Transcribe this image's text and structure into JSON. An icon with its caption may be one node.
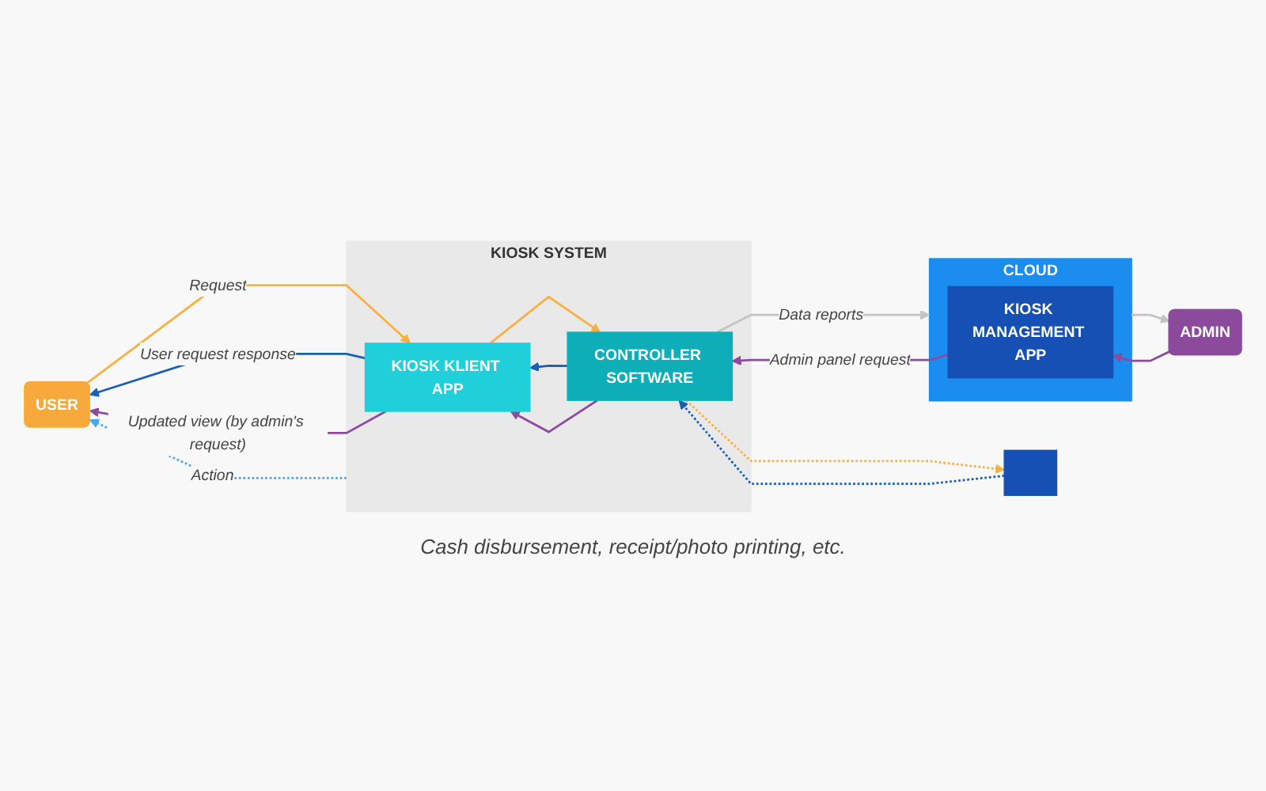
{
  "diagram": {
    "nodes": [
      {
        "text": [
          "USER"
        ]
      },
      {
        "text": [
          "KIOSK SYSTEM"
        ]
      },
      {
        "text": [
          "KIOSK KLIENT APP"
        ],
        "in": 1
      },
      {
        "text": [
          "CONTROLLER SOFTWARE"
        ],
        "in": 1
      },
      {
        "text": [
          "CLOUD"
        ]
      },
      {
        "text": [
          "KIOSK MANAGEMENT APP"
        ],
        "in": 4
      },
      {
        "text": [],
        "shape": "box"
      },
      {
        "text": [
          "ADMIN"
        ]
      }
    ],
    "edges": [
      {
        "from": 0,
        "to": 2,
        "arrow": "to",
        "label": "Request",
        "color": "#f9b043"
      },
      {
        "from": 2,
        "to": 0,
        "arrow": "to",
        "label": "User request response",
        "color": "#1a5fb4"
      },
      {
        "from": 2,
        "to": 0,
        "arrow": "to",
        "label": "Updated view (by admin's request)",
        "color": "#8e4a9e"
      },
      {
        "from": 2,
        "to": 3,
        "arrow": "to",
        "color": "#f9b043"
      },
      {
        "from": 3,
        "to": 2,
        "arrow": "to",
        "color": "#1a5fb4"
      },
      {
        "from": 3,
        "to": 2,
        "arrow": "to",
        "color": "#8e4a9e"
      },
      {
        "from": 3,
        "to": 4,
        "arrow": "to",
        "label": "Data reports",
        "color": "#c4c4c4"
      },
      {
        "from": 3,
        "to": 6,
        "arrow": "to",
        "style": "dashed",
        "color": "#f9b043"
      },
      {
        "from": 6,
        "to": 3,
        "arrow": "to",
        "style": "dashed",
        "color": "#1a5fb4"
      },
      {
        "from": 5,
        "to": 3,
        "arrow": "to",
        "label": "Admin panel request",
        "color": "#8e4a9e"
      },
      {
        "from": 7,
        "to": 5,
        "arrow": "to",
        "color": "#8e4a9e"
      },
      {
        "from": 4,
        "to": 7,
        "arrow": "to",
        "color": "#c4c4c4"
      },
      {
        "from": 1,
        "to": 0,
        "arrow": "to",
        "label": "Action",
        "style": "dashed",
        "color": "#4aa8f0"
      }
    ],
    "labels": [
      "Cash disbursement, receipt/photo printing, etc."
    ]
  }
}
